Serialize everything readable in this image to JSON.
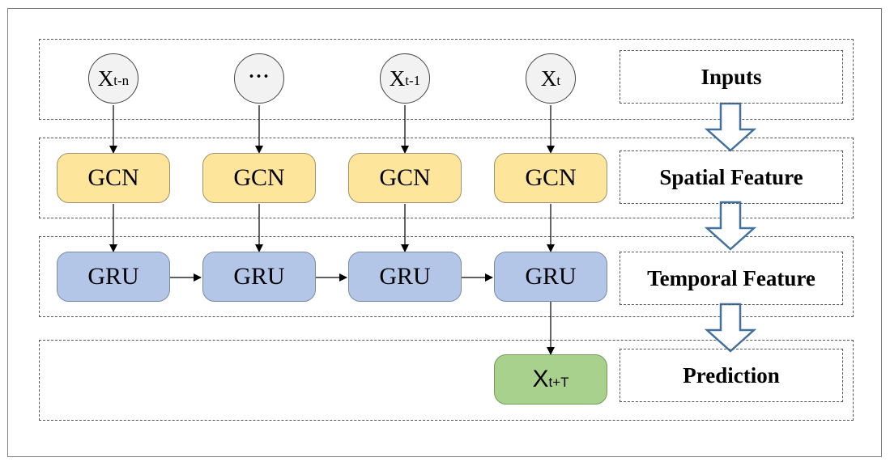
{
  "inputs": [
    {
      "base": "X",
      "sub": "t-n"
    },
    {
      "base": "",
      "sub": "",
      "dots": "···"
    },
    {
      "base": "X",
      "sub": "t-1"
    },
    {
      "base": "X",
      "sub": "t"
    }
  ],
  "gcn_label": "GCN",
  "gru_label": "GRU",
  "prediction": {
    "base": "X",
    "sub": "t+T"
  },
  "stage_labels": {
    "inputs": "Inputs",
    "spatial": "Spatial Feature",
    "temporal": "Temporal Feature",
    "prediction": "Prediction"
  },
  "colors": {
    "gcn_fill": "#fde59b",
    "gru_fill": "#b4c6e7",
    "prediction_fill": "#a9d18e",
    "input_fill": "#f2f2f2",
    "stage_arrow": "#41719c"
  }
}
